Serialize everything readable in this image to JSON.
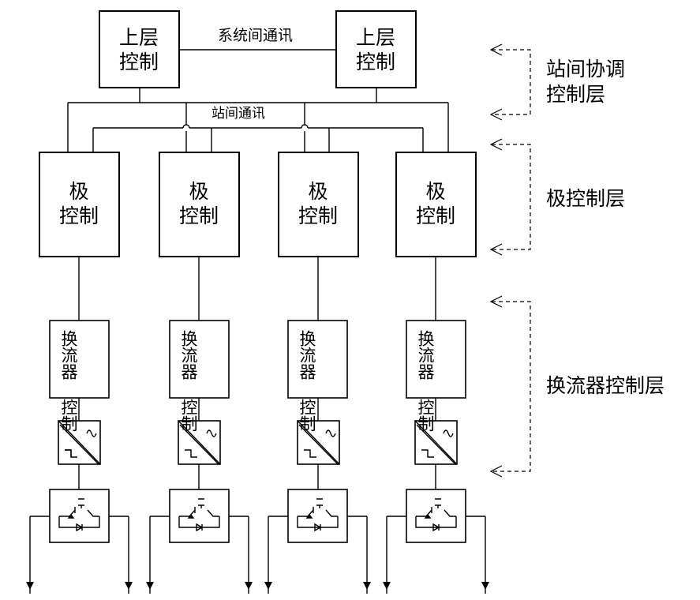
{
  "upper_controls": [
    {
      "line1": "上层",
      "line2": "控制"
    },
    {
      "line1": "上层",
      "line2": "控制"
    }
  ],
  "system_comm_label": "系统间通讯",
  "station_comm_label": "站间通讯",
  "pole_controls": [
    {
      "line1": "极",
      "line2": "控制"
    },
    {
      "line1": "极",
      "line2": "控制"
    },
    {
      "line1": "极",
      "line2": "控制"
    },
    {
      "line1": "极",
      "line2": "控制"
    }
  ],
  "converter_controls": [
    {
      "col1": "换流器",
      "col2": "控制"
    },
    {
      "col1": "换流器",
      "col2": "控制"
    },
    {
      "col1": "换流器",
      "col2": "控制"
    },
    {
      "col1": "换流器",
      "col2": "控制"
    }
  ],
  "layers": {
    "station_coordination": {
      "line1": "站间协调",
      "line2": "控制层"
    },
    "pole_control": "极控制层",
    "converter_control": "换流器控制层"
  }
}
